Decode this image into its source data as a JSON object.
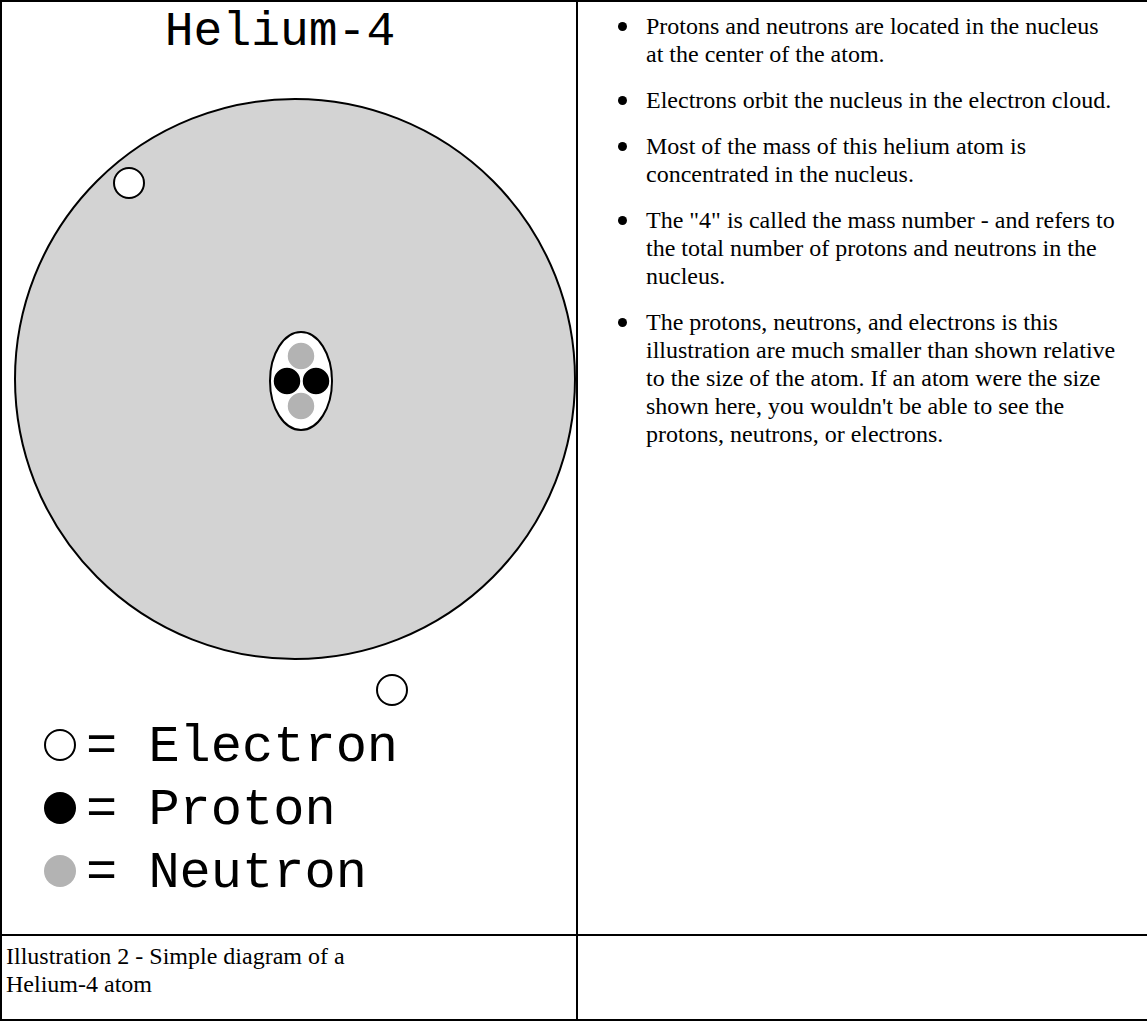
{
  "diagram": {
    "title": "Helium-4",
    "caption": "Illustration 2 - Simple diagram of a Helium-4 atom",
    "labels": [
      "Protons and neutrons are located in the nucleus at the center of the atom.",
      "Electrons orbit the nucleus in the electron cloud.",
      "Most of the mass of this helium atom is concentrated in the nucleus.",
      "The \"4\" is called the mass number - and refers to the total number of protons and neutrons in the nucleus.",
      "The protons, neutrons, and electrons is this illustration are much smaller than shown relative to the size of the atom. If an atom were the size shown here, you wouldn't be able to see the protons, neutrons, or electrons."
    ],
    "legend": [
      {
        "text": "= Electron"
      },
      {
        "text": "= Proton",
        "color": "#000000"
      },
      {
        "text": "= Neutron",
        "color": "#b3b3b3"
      }
    ]
  }
}
